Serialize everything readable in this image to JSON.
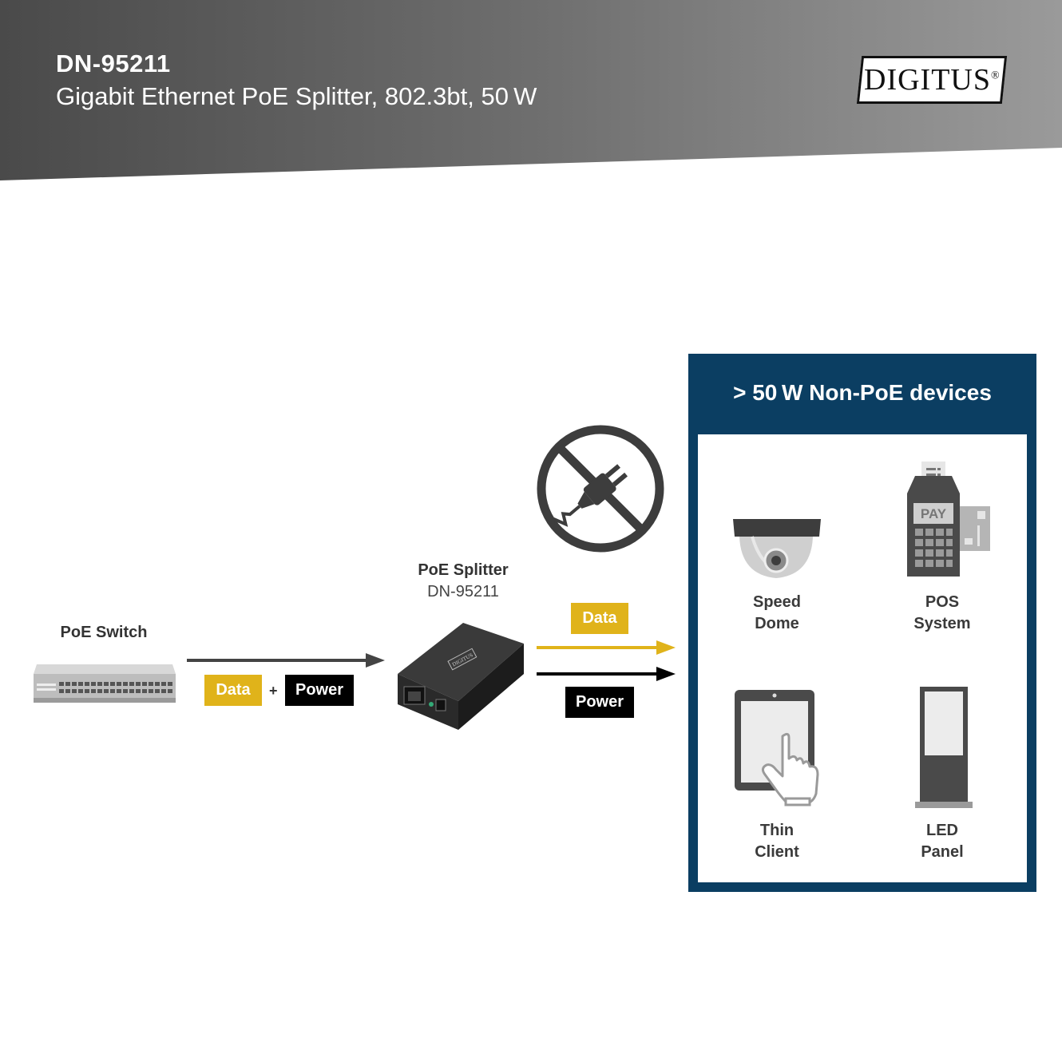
{
  "header": {
    "model": "DN-95211",
    "subtitle": "Gigabit Ethernet PoE Splitter, 802.3bt, 50 W",
    "logo_text": "DIGITUS",
    "logo_mark": "®"
  },
  "switch": {
    "label": "PoE Switch"
  },
  "input_tags": {
    "data": "Data",
    "plus": "+",
    "power": "Power"
  },
  "splitter": {
    "label": "PoE Splitter",
    "model": "DN-95211",
    "brand_mark": "DIGITUS"
  },
  "output_tags": {
    "data": "Data",
    "power": "Power"
  },
  "no_power_icon": "no-power-plug-icon",
  "panel": {
    "heading": "> 50 W Non-PoE devices",
    "devices": [
      {
        "line1": "Speed",
        "line2": "Dome",
        "icon": "dome-camera-icon"
      },
      {
        "line1": "POS",
        "line2": "System",
        "icon": "pos-terminal-icon",
        "screen_text": "PAY"
      },
      {
        "line1": "Thin",
        "line2": "Client",
        "icon": "tablet-touch-icon"
      },
      {
        "line1": "LED",
        "line2": "Panel",
        "icon": "led-panel-icon"
      }
    ]
  },
  "colors": {
    "panel_blue": "#0b3e62",
    "data_yellow": "#e0b31a",
    "power_black": "#000000",
    "arrow_gray": "#444444"
  }
}
